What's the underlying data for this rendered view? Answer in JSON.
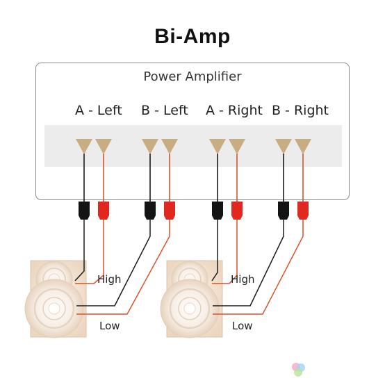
{
  "title": "Bi-Amp",
  "amplifier": {
    "label": "Power Amplifier"
  },
  "channels": [
    {
      "label": "A - Left"
    },
    {
      "label": "B - Left"
    },
    {
      "label": "A - Right"
    },
    {
      "label": "B - Right"
    }
  ],
  "speakers": [
    {
      "high_label": "High",
      "low_label": "Low"
    },
    {
      "high_label": "High",
      "low_label": "Low"
    }
  ],
  "colors": {
    "negative_wire": "#1a1a1a",
    "positive_wire": "#d9542b",
    "terminal_cone": "#c7ad82",
    "negative_plug": "#141414",
    "positive_plug": "#e0281f",
    "speaker_cabinet": "#f3e6d8"
  }
}
